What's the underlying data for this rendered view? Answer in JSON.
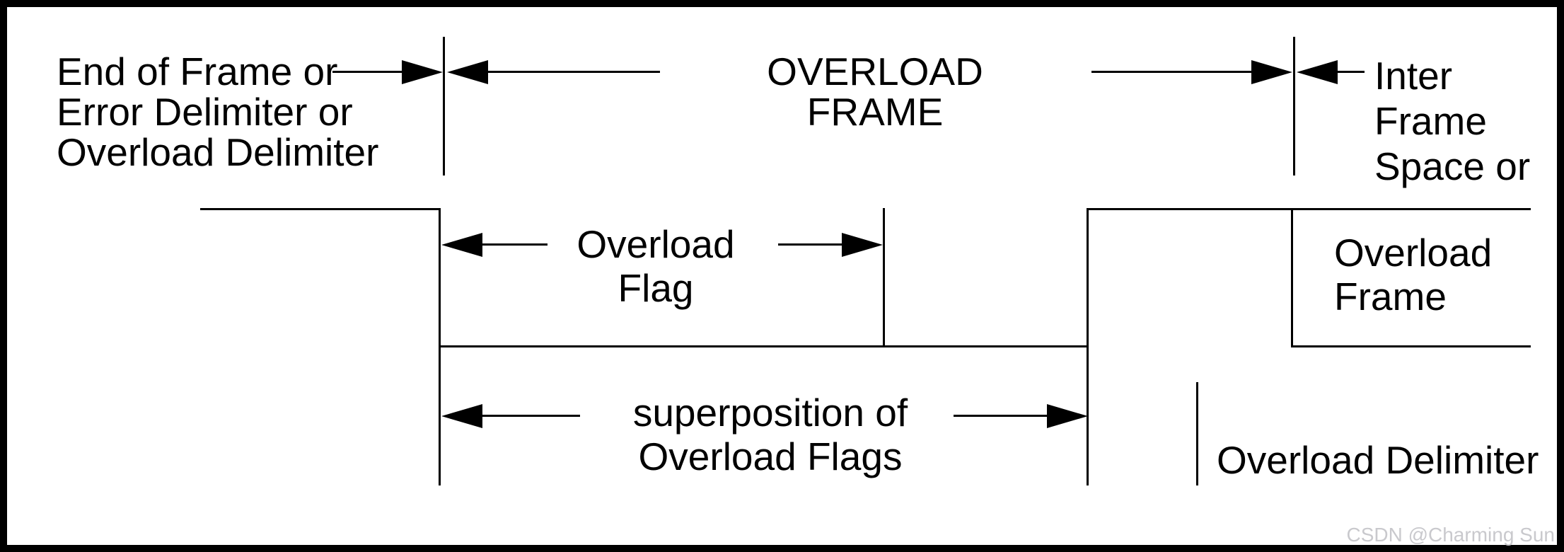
{
  "diagram": {
    "title": "OVERLOAD FRAME",
    "labels": {
      "top_left": "End of Frame or\nError Delimiter or\nOverload Delimiter",
      "top_right": "Inter\nFrame\nSpace or",
      "overload_flag": "Overload\nFlag",
      "superposition": "superposition of\nOverload Flags",
      "overload_frame_box": "Overload\nFrame",
      "overload_delimiter": "Overload Delimiter"
    },
    "watermark": "CSDN @Charming Sun",
    "colors": {
      "line": "#000000",
      "background": "#ffffff",
      "text": "#000000",
      "watermark": "#c9c9cd"
    }
  }
}
